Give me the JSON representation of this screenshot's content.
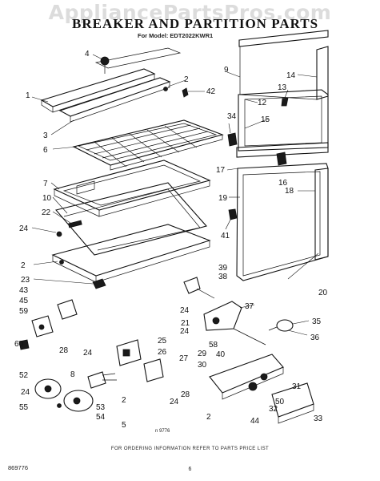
{
  "watermark": "AppliancePartsPros.com",
  "title": "BREAKER AND PARTITION PARTS",
  "model_line": "For Model: EDT2022KWR1",
  "figure_number": "n 9776",
  "footer_note": "FOR ORDERING INFORMATION REFER TO PARTS PRICE LIST",
  "page_number": "6",
  "document_number": "869776",
  "callouts": [
    "1",
    "2",
    "2",
    "2",
    "2",
    "3",
    "4",
    "5",
    "6",
    "7",
    "8",
    "9",
    "10",
    "12",
    "13",
    "14",
    "15",
    "16",
    "17",
    "18",
    "19",
    "20",
    "21",
    "22",
    "23",
    "24",
    "24",
    "24",
    "24",
    "24",
    "24",
    "25",
    "26",
    "27",
    "28",
    "28",
    "29",
    "30",
    "31",
    "32",
    "33",
    "34",
    "35",
    "36",
    "37",
    "38",
    "39",
    "40",
    "41",
    "42",
    "43",
    "44",
    "45",
    "50",
    "52",
    "53",
    "54",
    "55",
    "58",
    "59",
    "60"
  ]
}
